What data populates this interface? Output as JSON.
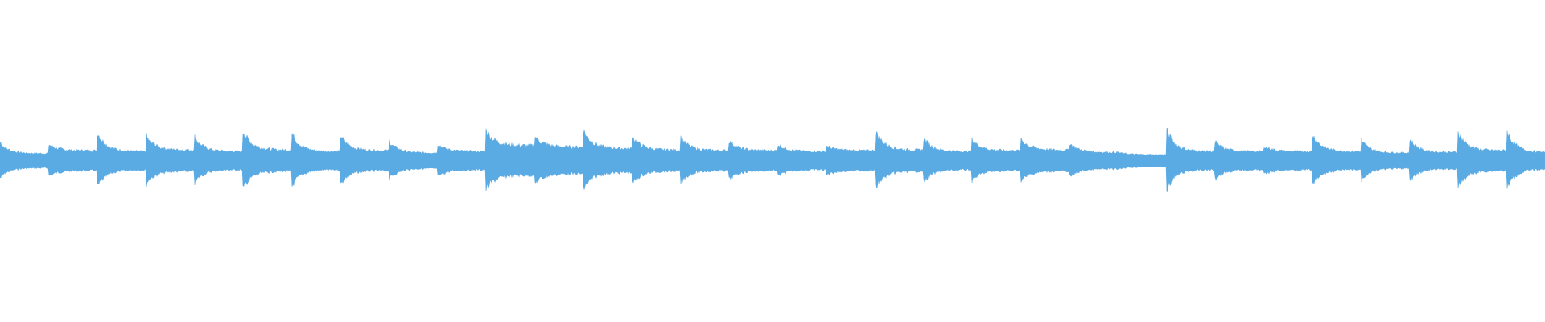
{
  "waveform": {
    "color": "#5aaae3",
    "background": "#ffffff",
    "onset_peaks": [
      0.55,
      0.5,
      0.93,
      0.78,
      0.75,
      0.95,
      0.88,
      0.8,
      0.62,
      0.52,
      0.98,
      0.78,
      1.0,
      0.8,
      0.75,
      0.62,
      0.52,
      0.45,
      1.0,
      0.72,
      0.65,
      0.7,
      0.55,
      0.22,
      1.0,
      0.58,
      0.45,
      0.85,
      0.65,
      0.68,
      0.92,
      0.95
    ],
    "onset_sustain": [
      0.18,
      0.28,
      0.25,
      0.3,
      0.25,
      0.3,
      0.25,
      0.28,
      0.2,
      0.25,
      0.45,
      0.4,
      0.35,
      0.3,
      0.28,
      0.28,
      0.25,
      0.28,
      0.3,
      0.25,
      0.28,
      0.3,
      0.22,
      0.14,
      0.25,
      0.25,
      0.25,
      0.25,
      0.2,
      0.22,
      0.28,
      0.22
    ],
    "silent_gaps": [
      22
    ]
  }
}
